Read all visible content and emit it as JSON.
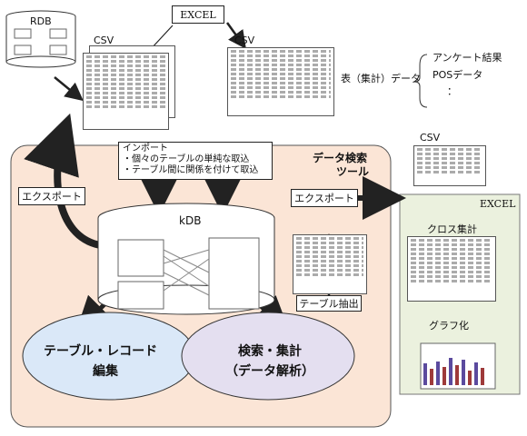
{
  "labels": {
    "rdb": "RDB",
    "csv_left": "CSV",
    "excel_top": "EXCEL",
    "csv_right": "CSV",
    "table_data": "表（集計）データ",
    "data_items": [
      "アンケート結果",
      "POSデータ",
      "："
    ],
    "import_title": "インポート",
    "import_line1": "・個々のテーブルの単純な取込",
    "import_line2": "・テーブル間に関係を付けて取込",
    "tool_title_1": "データ検索",
    "tool_title_2": "ツール",
    "export_left": "エクスポート",
    "export_right": "エクスポート",
    "kdb": "kDB",
    "table_extract": "テーブル抽出",
    "edit_line1": "テーブル・レコード",
    "edit_line2": "編集",
    "search_line1": "検索・集計",
    "search_line2": "（データ解析）",
    "csv_output": "CSV",
    "excel_panel": "EXCEL",
    "cross_tab": "クロス集計",
    "graph": "グラフ化"
  },
  "colors": {
    "tool_bg": "#fbe5d6",
    "excel_bg": "#ebf1de",
    "edit_ellipse": "#dae8f8",
    "search_ellipse": "#e4dff0"
  }
}
